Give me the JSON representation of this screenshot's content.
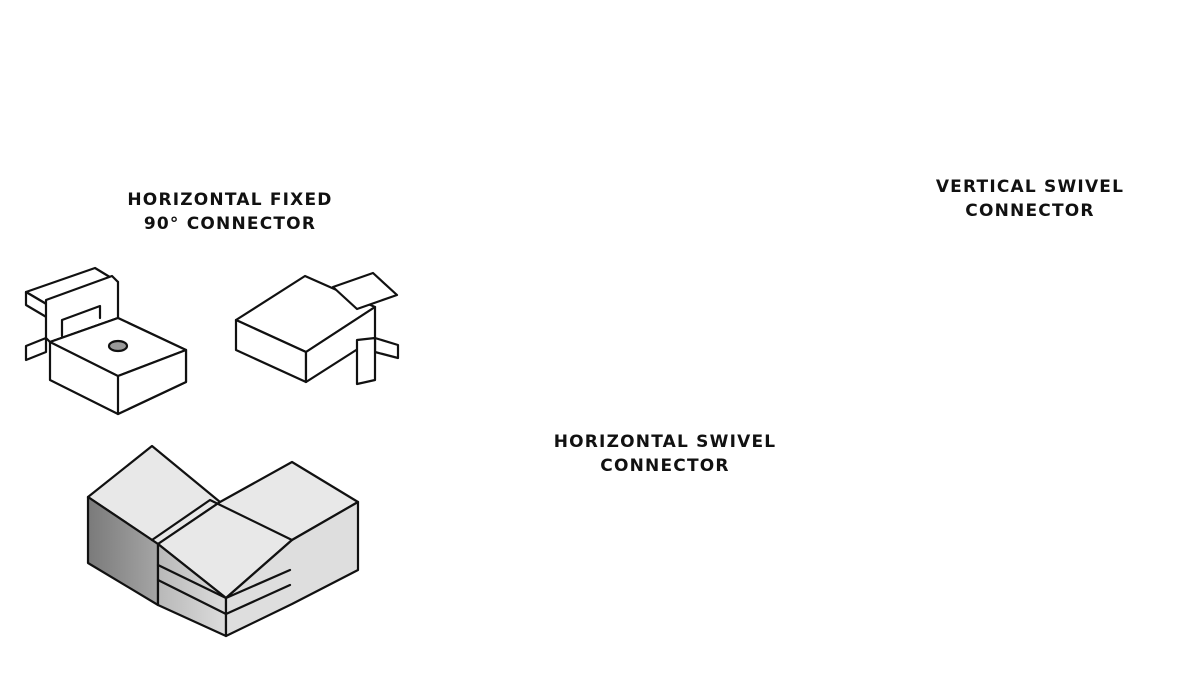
{
  "labels": {
    "horizontal_fixed": [
      "HORIZONTAL FIXED",
      "90° CONNECTOR"
    ],
    "horizontal_swivel": [
      "HORIZONTAL SWIVEL",
      "CONNECTOR"
    ],
    "vertical_swivel": [
      "VERTICAL SWIVEL",
      "CONNECTOR"
    ]
  },
  "colors": {
    "face_light": "#ebebeb",
    "face_mid": "#d2d2d2",
    "face_dark": "#8c8c8c",
    "outline": "#111111",
    "hole": "#999999",
    "background": "#ffffff"
  }
}
